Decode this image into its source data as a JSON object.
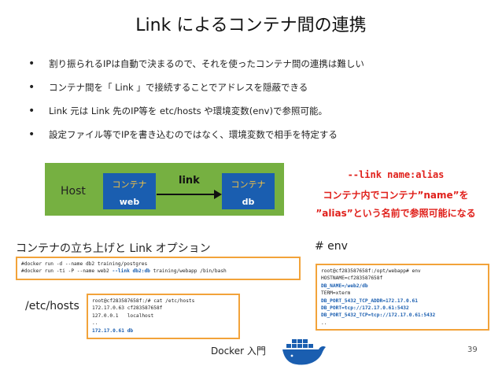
{
  "title": "Link によるコンテナ間の連携",
  "bullets": [
    "割り振られるIPは自動で決まるので、それを使ったコンテナ間の連携は難しい",
    "コンテナ間を「 Link 」で接続することでアドレスを隠蔽できる",
    "Link 元は Link 先のIP等を etc/hosts や環境変数(env)で参照可能。",
    "設定ファイル等でIPを書き込むのではなく、環境変数で相手を特定する"
  ],
  "diagram": {
    "host_label": "Host",
    "container_label": "コンテナ",
    "left_container": "web",
    "right_container": "db",
    "link_label": "link",
    "colors": {
      "host": "#76b041",
      "container": "#1a5eb0",
      "container_title": "#f5c242"
    }
  },
  "note": {
    "option": "--link name:alias",
    "line1": "コンテナ内でコンテナ”name”を",
    "line2": "”alias”という名前で参照可能になる",
    "color": "#e0201b"
  },
  "sections": {
    "startup": "コンテナの立ち上げと Link オプション",
    "etc_hosts": "/etc/hosts",
    "env": "# env"
  },
  "code_run": {
    "line1": "#docker run -d --name db2 training/postgres",
    "line2_pre": "#docker run -ti -P --name web2 ",
    "line2_hl": "--link db2:db",
    "line2_post": " training/webapp /bin/bash"
  },
  "code_hosts": {
    "lines": [
      "root@cf283587658f:/# cat /etc/hosts",
      "172.17.0.63 cf283587658f",
      "127.0.0.1   localhost",
      ".."
    ],
    "highlight": "172.17.0.61 db"
  },
  "code_env": {
    "lines": [
      "root@cf283587658f:/opt/webapp# env",
      "HOSTNAME=cf283587658f"
    ],
    "highlights": [
      "DB_NAME=/web2/db",
      "TERM=xterm",
      "DB_PORT_5432_TCP_ADDR=172.17.0.61",
      "DB_PORT=tcp://172.17.0.61:5432",
      "DB_PORT_5432_TCP=tcp://172.17.0.61:5432"
    ],
    "tail": ".."
  },
  "footer": "Docker 入門",
  "page_number": "39",
  "border_color": "#f2a33a"
}
